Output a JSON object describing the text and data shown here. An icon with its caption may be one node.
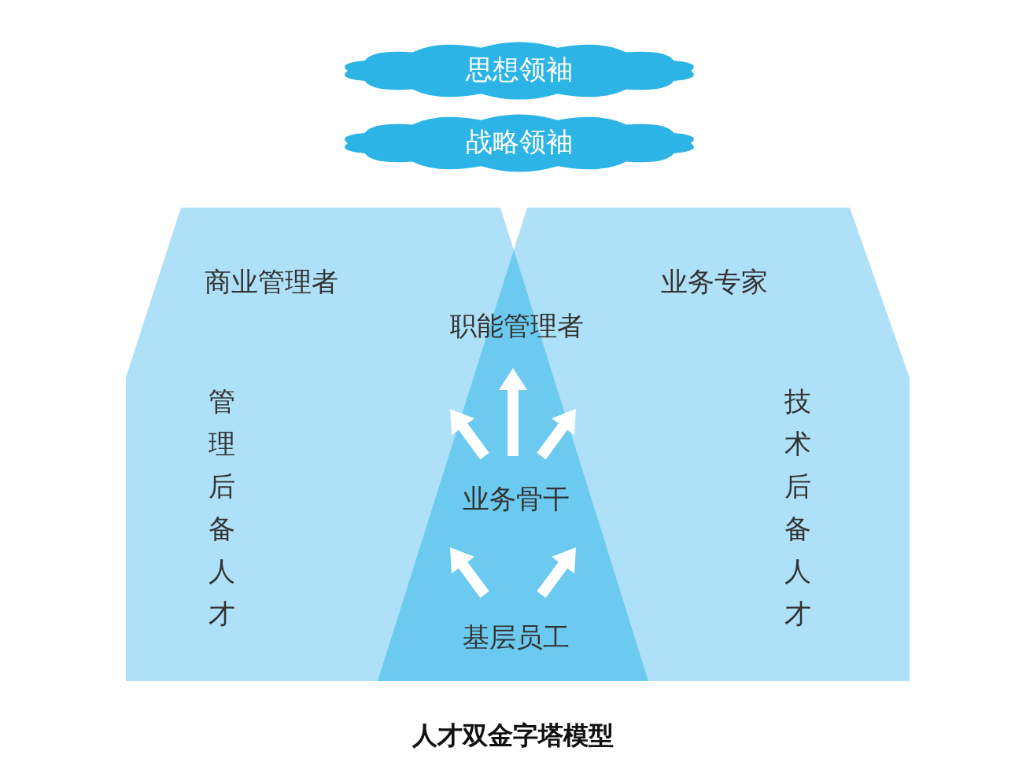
{
  "diagram": {
    "title": "人才双金字塔模型",
    "nodes": [
      {
        "text": [
          "思想领袖"
        ]
      },
      {
        "text": [
          "战略领袖"
        ]
      },
      {
        "text": [
          "职能管理者"
        ]
      },
      {
        "text": [
          "业务骨干"
        ]
      },
      {
        "text": [
          "基层员工"
        ]
      }
    ],
    "edges": [
      {
        "from": 3,
        "to": 2,
        "arrow": "to"
      },
      {
        "from": 3,
        "to": null,
        "arrow": "to"
      },
      {
        "from": 3,
        "to": null,
        "arrow": "to"
      },
      {
        "from": 4,
        "to": null,
        "arrow": "to"
      },
      {
        "from": 4,
        "to": null,
        "arrow": "to"
      }
    ],
    "labels": [
      "商业管理者",
      "业务专家",
      "管理后备人才",
      "技术后备人才"
    ]
  }
}
